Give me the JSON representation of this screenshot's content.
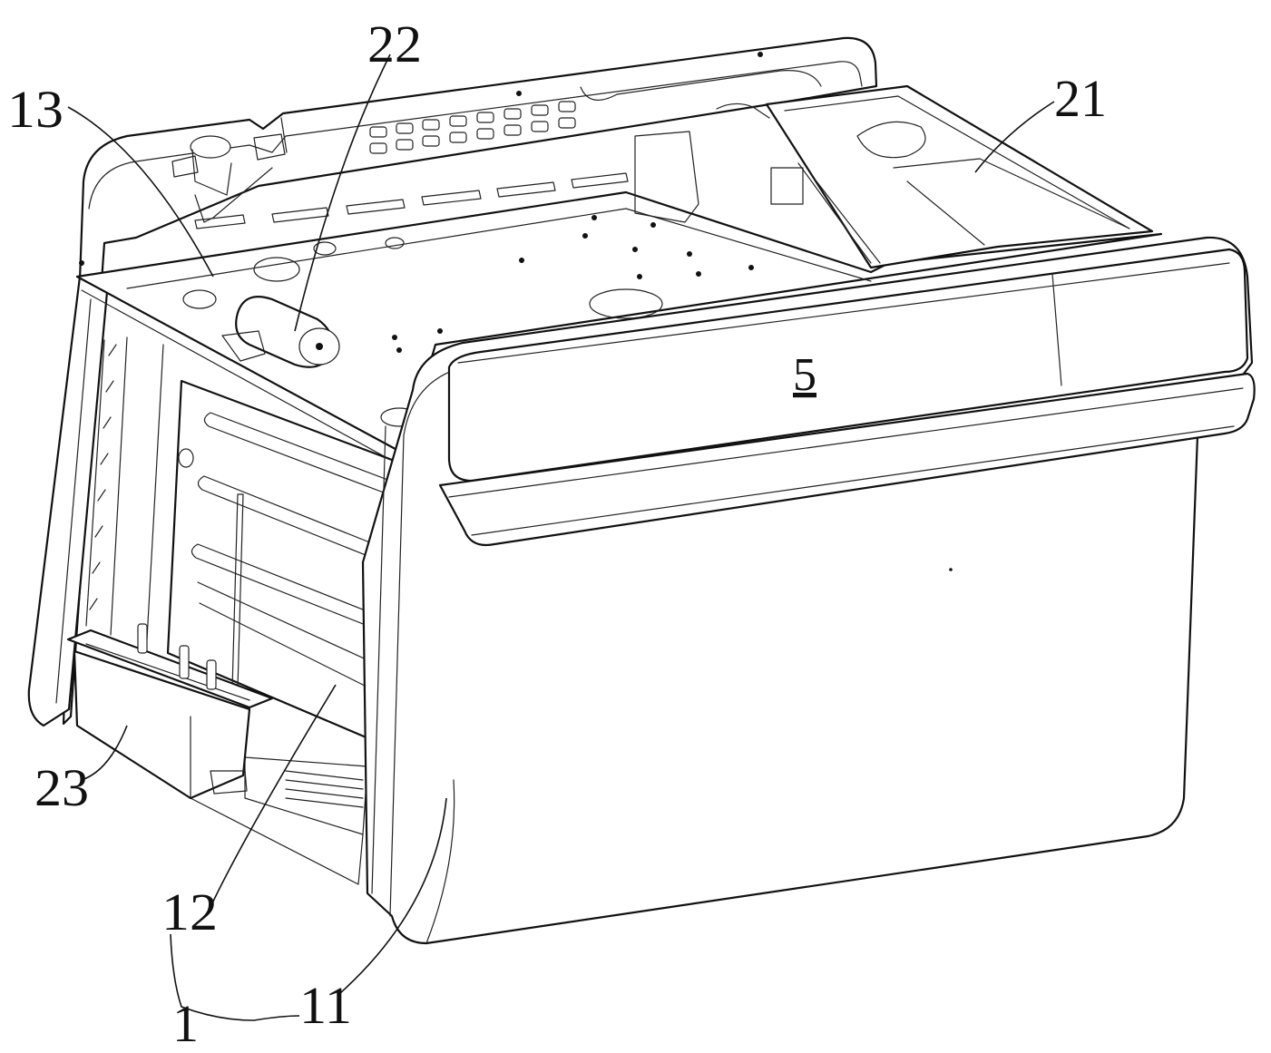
{
  "figure": {
    "labels": {
      "label_13": "13",
      "label_22": "22",
      "label_21": "21",
      "label_5": "5",
      "label_23": "23",
      "label_12": "12",
      "label_1": "1",
      "label_11": "11"
    }
  }
}
